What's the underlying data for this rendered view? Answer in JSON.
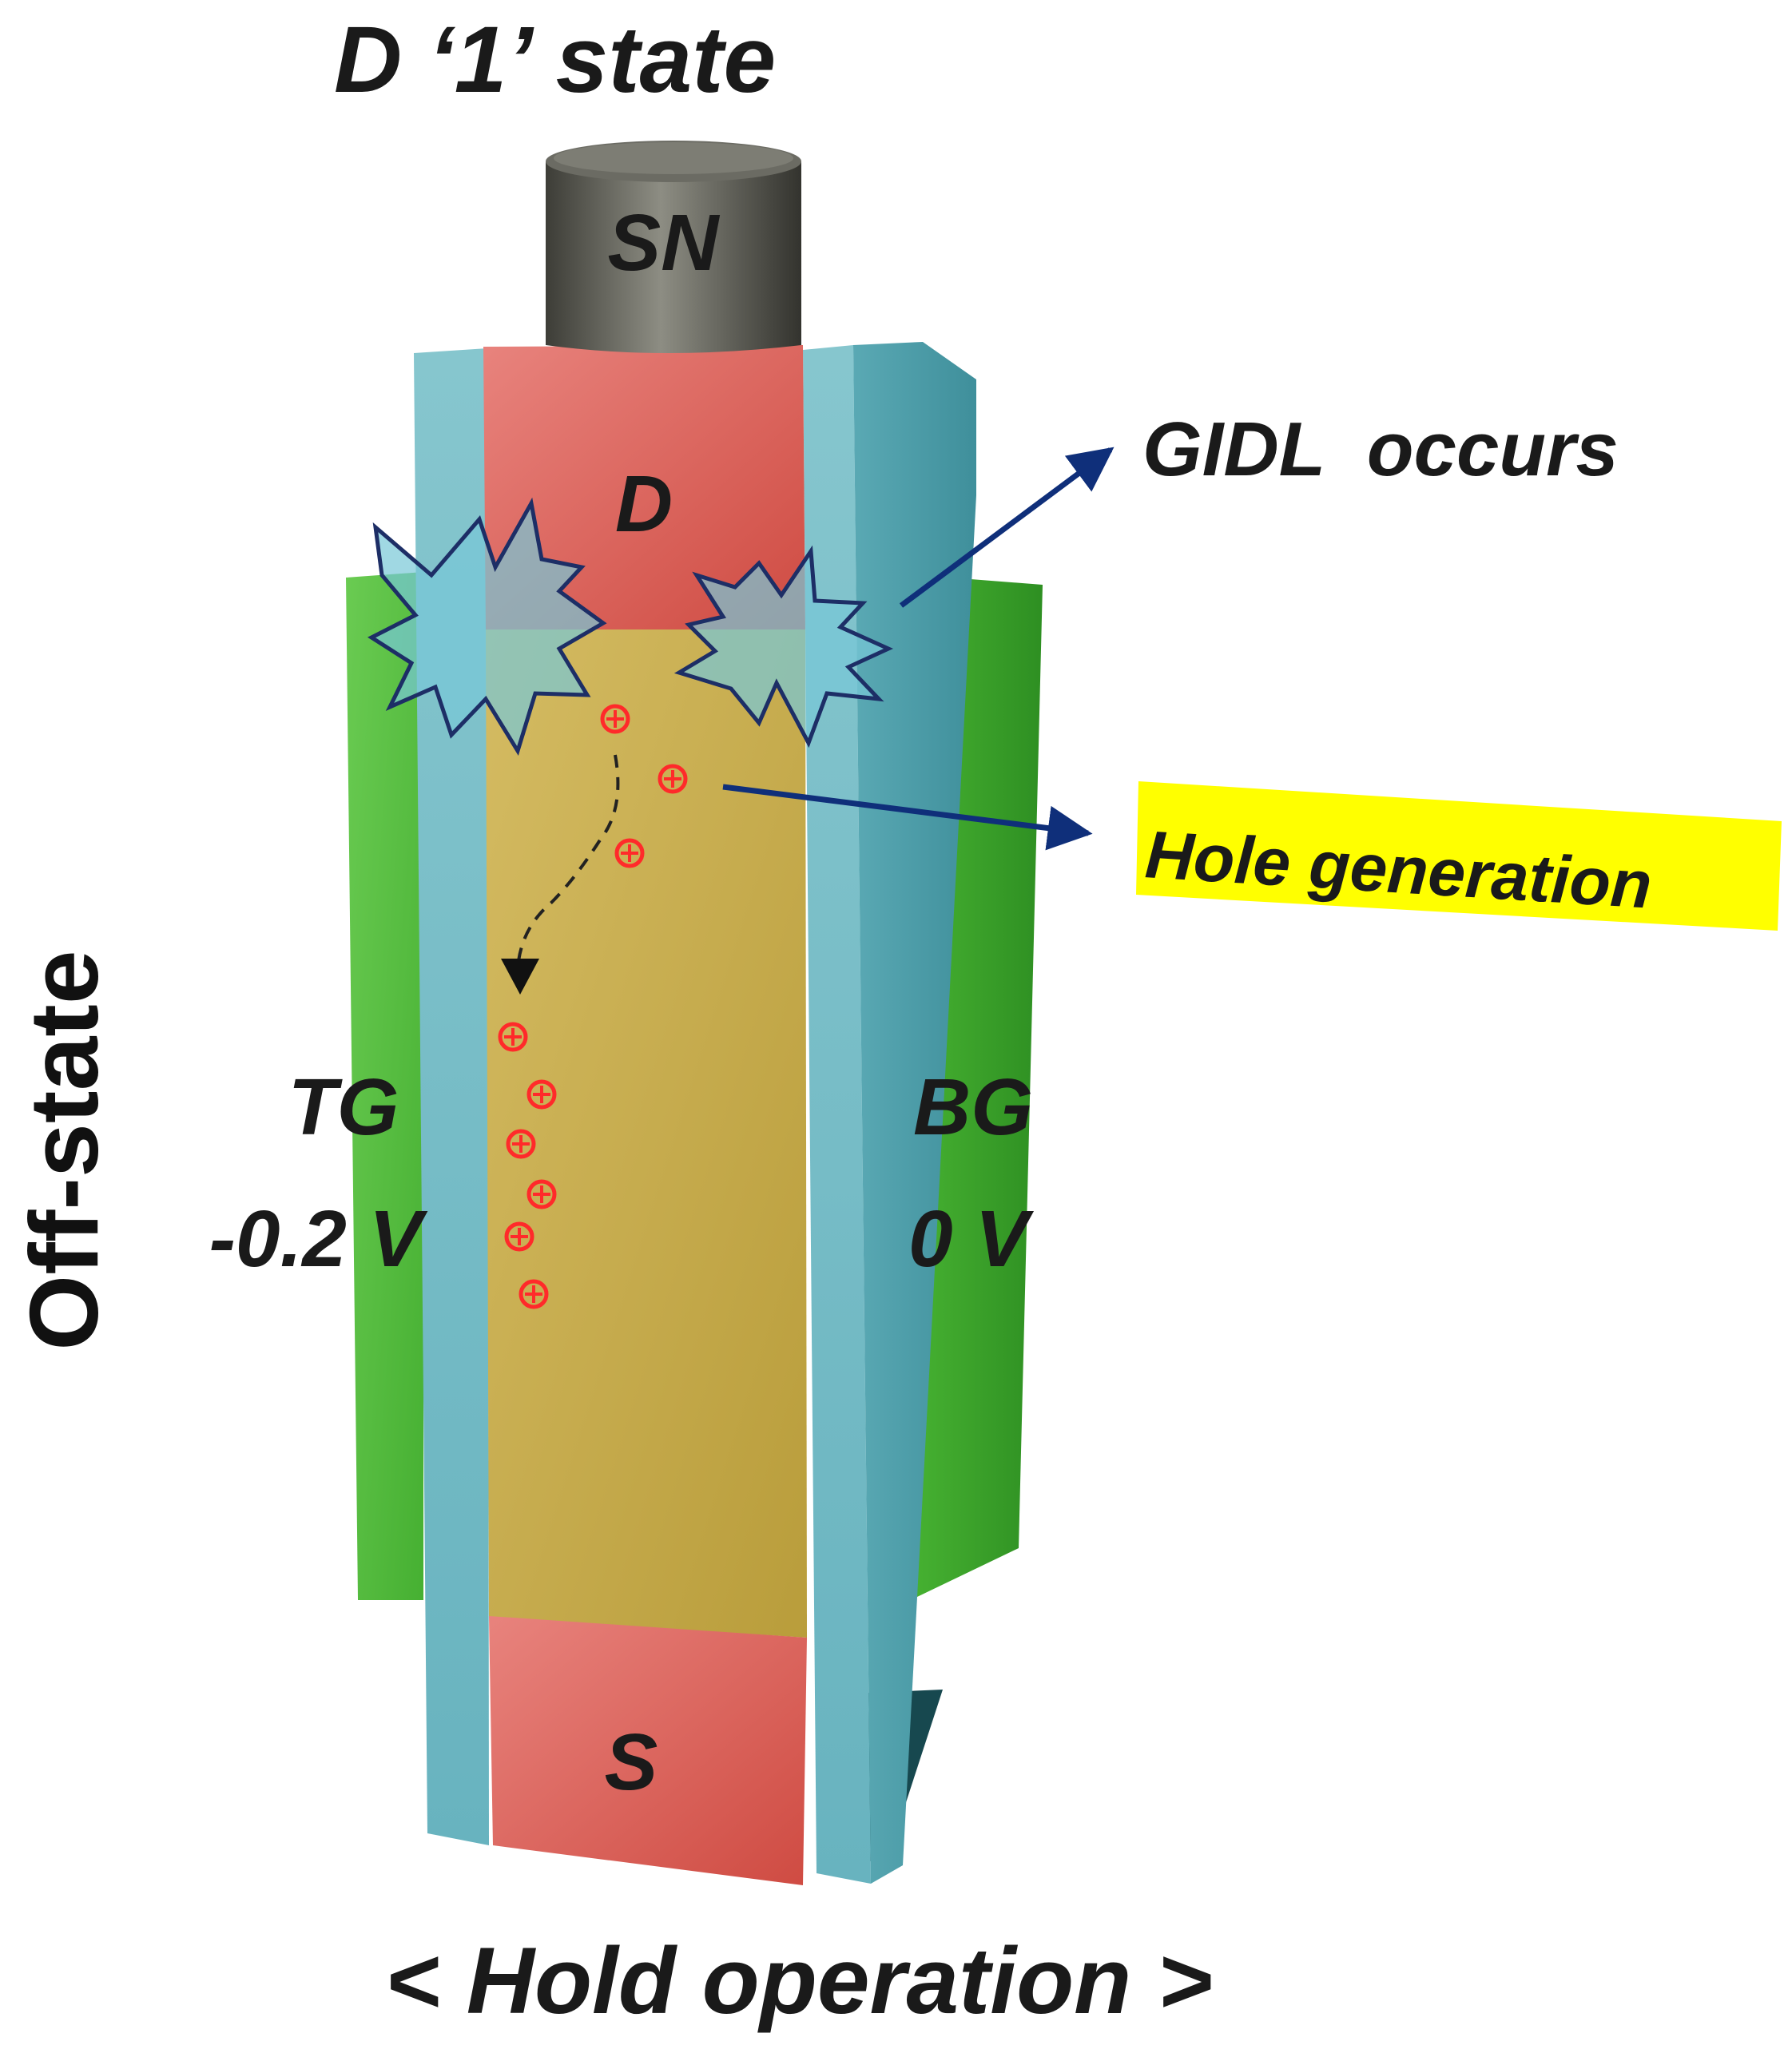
{
  "title": "D ‘1’ state",
  "caption": "< Hold operation >",
  "side_label": "Off-state",
  "regions": {
    "storage_node": "SN",
    "drain": "D",
    "source": "S"
  },
  "gates": {
    "top_gate": {
      "name": "TG",
      "voltage": "-0.2 V"
    },
    "bottom_gate": {
      "name": "BG",
      "voltage": "0 V"
    }
  },
  "annotations": {
    "gidl": "GIDL  occurs",
    "hole_generation": "Hole generation"
  },
  "colors": {
    "gate": "#4fbf3c",
    "oxide": "#6fb9c4",
    "drain_source": "#e0625a",
    "channel": "#c8ac48",
    "storage_node": "#5a5a52",
    "hole": "#ff2a2a",
    "arrow": "#0f2f7a",
    "highlight": "#ffff00"
  }
}
